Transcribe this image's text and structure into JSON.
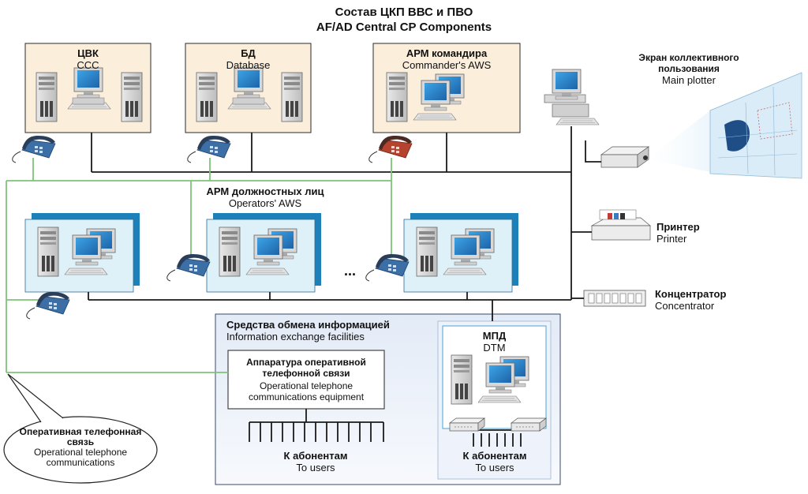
{
  "title": {
    "ru": "Состав ЦКП ВВС и ПВО",
    "en": "AF/AD Central CP Components"
  },
  "nodes": {
    "ccc": {
      "ru": "ЦВК",
      "en": "CCC"
    },
    "database": {
      "ru": "БД",
      "en": "Database"
    },
    "commander": {
      "ru": "АРМ командира",
      "en": "Commander's AWS"
    },
    "plotter": {
      "ru": "Экран коллективного пользования",
      "en": "Main plotter"
    },
    "operators": {
      "ru": "АРМ должностных лиц",
      "en": "Operators' AWS"
    },
    "printer": {
      "ru": "Принтер",
      "en": "Printer"
    },
    "concentrator": {
      "ru": "Концентратор",
      "en": "Concentrator"
    },
    "exchange": {
      "ru": "Средства обмена информацией",
      "en": "Information exchange facilities"
    },
    "telephone_equipment": {
      "ru": "Аппаратура оперативной телефонной связи",
      "en": "Operational telephone communications equipment"
    },
    "dtm": {
      "ru": "МПД",
      "en": "DTM"
    },
    "users_left": {
      "ru": "К абонентам",
      "en": "To users"
    },
    "users_right": {
      "ru": "К абонентам",
      "en": "To users"
    },
    "opcomm": {
      "ru": "Оперативная телефонная связь",
      "en": "Operational telephone communications"
    },
    "ellipsis": "..."
  },
  "colors": {
    "lan_line": "#1a1a1a",
    "phone_line": "#7cc576",
    "top_panel": "#fbeedb",
    "workstation_panel": "#dff1f8",
    "workstation_shadow": "#1e80b8",
    "exchange_panel": "#dfe6f4",
    "monitor_screen": "#2f8fd6",
    "phone_red": "#b5442f",
    "phone_blue": "#3b6fa6"
  }
}
